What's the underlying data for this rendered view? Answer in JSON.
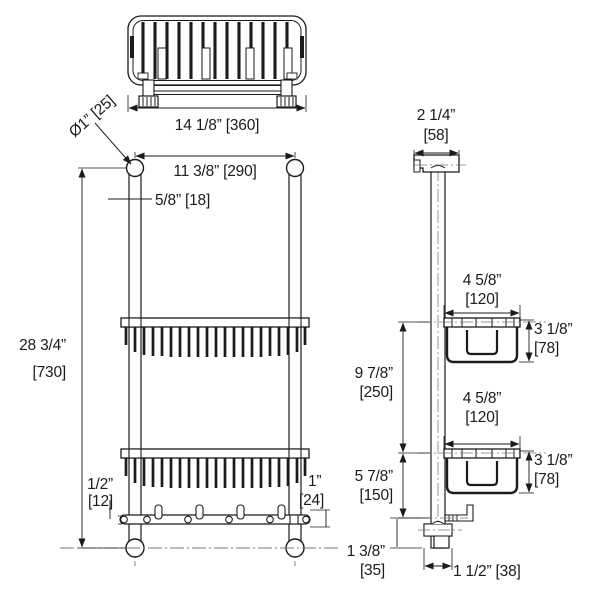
{
  "drawing": {
    "title": "Shower basket technical dimension drawing",
    "type": "orthographic-dimension-drawing",
    "units": "inches with millimeters in brackets",
    "line_color": "#1b1b1b",
    "background_color": "#ffffff",
    "views": [
      {
        "name": "top-view",
        "label": ""
      },
      {
        "name": "front-view",
        "label": ""
      },
      {
        "name": "side-view",
        "label": ""
      }
    ]
  },
  "dimensions": {
    "top_width": "14 1/8” [360]",
    "mount_spacing": "11 3/8” [290]",
    "post_diameter": "Ø1” [25]",
    "rail_offset": "5/8” [18]",
    "overall_height": {
      "imperial": "28 3/4”",
      "metric": "[730]"
    },
    "bottom_offset": {
      "imperial": "1/2”",
      "metric": "[12]"
    },
    "hook_rail": {
      "imperial": "1”",
      "metric": "[24]"
    },
    "side_bracket_width": {
      "imperial": "2 1/4”",
      "metric": "[58]"
    },
    "upper_basket_depth": {
      "imperial": "4 5/8”",
      "metric": "[120]"
    },
    "upper_basket_height": {
      "imperial": "3 1/8”",
      "metric": "[78]"
    },
    "lower_basket_depth": {
      "imperial": "4 5/8”",
      "metric": "[120]"
    },
    "lower_basket_height": {
      "imperial": "3 1/8”",
      "metric": "[78]"
    },
    "upper_span": {
      "imperial": "9 7/8”",
      "metric": "[250]"
    },
    "lower_span": {
      "imperial": "5 7/8”",
      "metric": "[150]"
    },
    "foot_height": {
      "imperial": "1 3/8”",
      "metric": "[35]"
    },
    "foot_width": "1 1/2” [38]"
  }
}
